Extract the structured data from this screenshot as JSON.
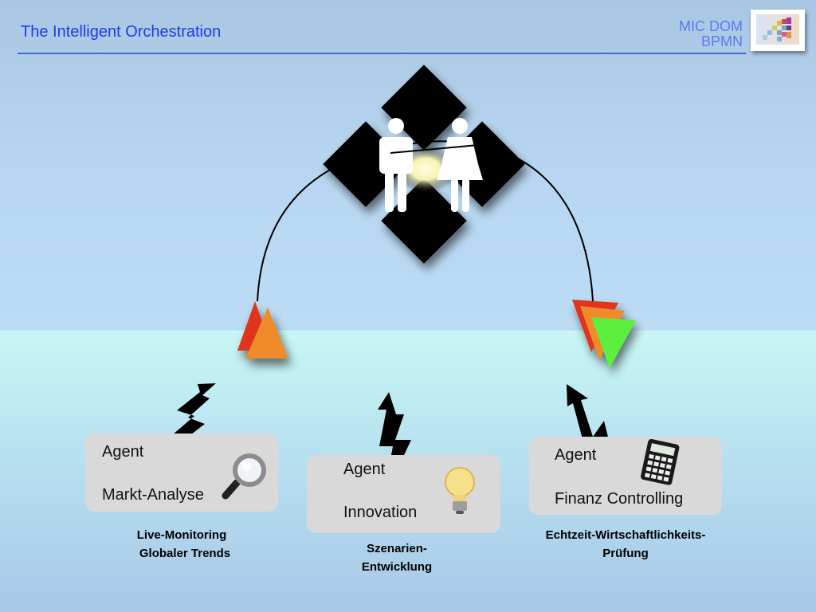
{
  "header": {
    "title": "The Intelligent Orchestration",
    "brand_line1": "MIC DOM",
    "brand_line2": "BPMN"
  },
  "agents": [
    {
      "name": "Agent",
      "role": "Markt-Analyse",
      "caption_line1": "Live-Monitoring",
      "caption_line2": "Globaler Trends",
      "icon": "magnifier-icon"
    },
    {
      "name": "Agent",
      "role": "Innovation",
      "caption_line1": "Szenarien-",
      "caption_line2": "Entwicklung",
      "icon": "lightbulb-icon"
    },
    {
      "name": "Agent",
      "role": "Finanz Controlling",
      "caption_line1": "Echtzeit-Wirtschaftlichkeits-",
      "caption_line2": "Prüfung",
      "icon": "calculator-icon"
    }
  ],
  "colors": {
    "title": "#1a3cf0",
    "brand": "#5b79f5",
    "card": "#d9d9d9",
    "triangle_red": "#e0341c",
    "triangle_orange": "#f08a2c",
    "triangle_green": "#5bef3c"
  }
}
